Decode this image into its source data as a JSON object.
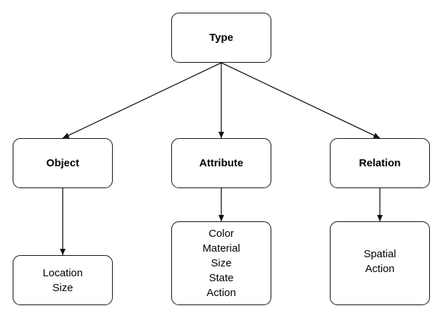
{
  "nodes": {
    "type": {
      "label": "Type"
    },
    "object": {
      "label": "Object"
    },
    "attribute": {
      "label": "Attribute"
    },
    "relation": {
      "label": "Relation"
    },
    "object_details": {
      "lines": [
        "Location",
        "Size"
      ]
    },
    "attribute_details": {
      "lines": [
        "Color",
        "Material",
        "Size",
        "State",
        "Action"
      ]
    },
    "relation_details": {
      "lines": [
        "Spatial",
        "Action"
      ]
    }
  },
  "edges": [
    {
      "from": "type",
      "to": "object"
    },
    {
      "from": "type",
      "to": "attribute"
    },
    {
      "from": "type",
      "to": "relation"
    },
    {
      "from": "object",
      "to": "object_details"
    },
    {
      "from": "attribute",
      "to": "attribute_details"
    },
    {
      "from": "relation",
      "to": "relation_details"
    }
  ],
  "colors": {
    "stroke": "#111111",
    "text": "#000000",
    "background": "#ffffff"
  }
}
